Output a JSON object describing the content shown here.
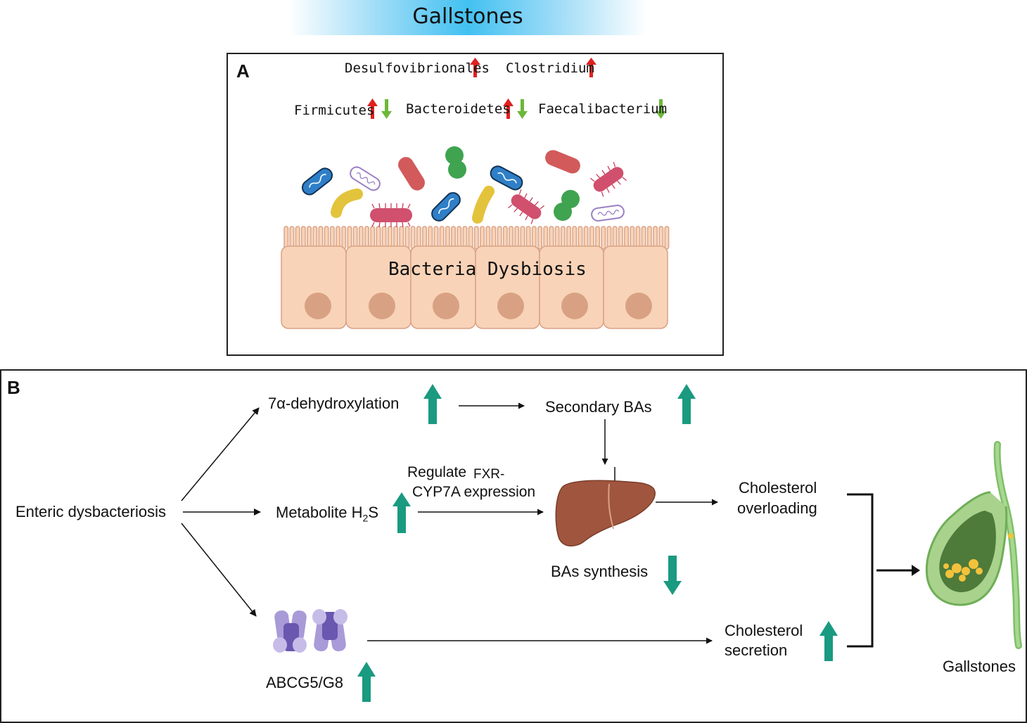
{
  "title": "Gallstones",
  "panel_a": {
    "letter": "A",
    "taxa": {
      "desulfovibrionales": "Desulfovibrionales",
      "clostridium": "Clostridium",
      "firmicutes": "Firmicutes",
      "bacteroidetes": "Bacteroidetes",
      "faecalibacterium": "Faecalibacterium"
    },
    "epithelium_label": "Bacteria Dysbiosis"
  },
  "panel_b": {
    "letter": "B",
    "enteric": "Enteric dysbacteriosis",
    "dehydroxylation": "7α-dehydroxylation",
    "secondary_bas": "Secondary  BAs",
    "metabolite": "Metabolite H",
    "subscript_2": "2",
    "metabolite_s": "S",
    "regulate_1": "Regulate",
    "regulate_fxr": "FXR-",
    "regulate_2": "CYP7A expression",
    "bas_synthesis": "BAs synthesis",
    "chol_overload_1": "Cholesterol",
    "chol_overload_2": "overloading",
    "chol_secretion_1": "Cholesterol",
    "chol_secretion_2": "secretion",
    "abcg": "ABCG5/G8",
    "gallstones": "Gallstones"
  },
  "colors": {
    "up_red": "#e02020",
    "down_green": "#6cb83a",
    "teal_arrow": "#1a9a80",
    "liver": "#a0553e",
    "cell": "#f8d3b8",
    "nucleus": "#d9a184"
  }
}
